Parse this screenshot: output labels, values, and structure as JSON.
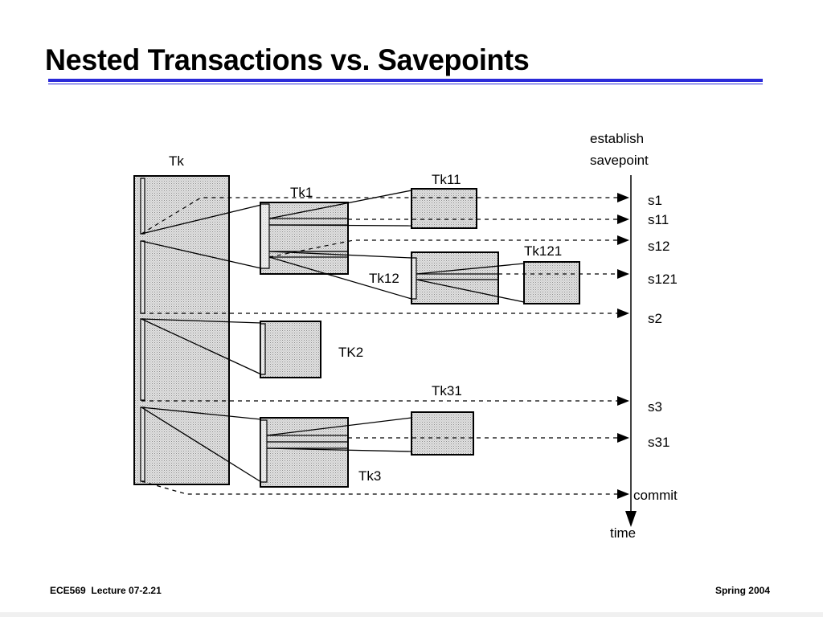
{
  "slide": {
    "title": "Nested Transactions vs. Savepoints",
    "footer_left": "ECE569  Lecture 07-2.21",
    "footer_right": "Spring 2004"
  },
  "diagram": {
    "transactions": {
      "tk": "Tk",
      "tk1": "Tk1",
      "tk11": "Tk11",
      "tk12": "Tk12",
      "tk121": "Tk121",
      "tk2": "TK2",
      "tk3": "Tk3",
      "tk31": "Tk31"
    },
    "axis": {
      "header_line1": "establish",
      "header_line2": "savepoint",
      "time_label": "time"
    },
    "savepoints": {
      "s1": "s1",
      "s11": "s11",
      "s12": "s12",
      "s121": "s121",
      "s2": "s2",
      "s3": "s3",
      "s31": "s31",
      "commit": "commit"
    }
  }
}
